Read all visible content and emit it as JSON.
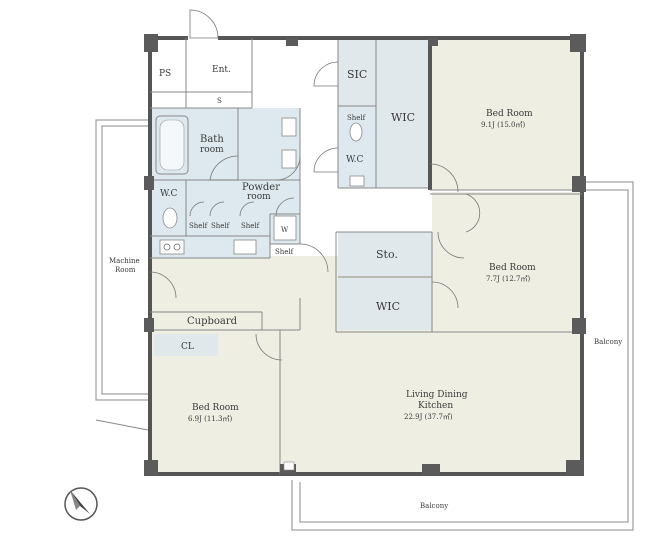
{
  "labels": {
    "ps": "PS",
    "entrance": "Ent.",
    "s": "S",
    "sic": "SIC",
    "shelf_wc": "Shelf",
    "wic_top": "WIC",
    "wc_mid": "W.C",
    "bath": "Bath",
    "bath2": "room",
    "powder": "Powder",
    "powder2": "room",
    "wc_left": "W.C",
    "shelf1": "Shelf",
    "shelf2": "Shelf",
    "shelf3": "Shelf",
    "w": "W",
    "shelf_kitchen": "Shelf",
    "machine": "Machine",
    "machine2": "Room",
    "cupboard": "Cupboard",
    "cl": "CL",
    "sto": "Sto.",
    "wic_mid": "WIC",
    "balcony_right": "Balcony",
    "balcony_bottom": "Balcony"
  },
  "rooms": {
    "bed1": {
      "name": "Bed Room",
      "size": "9.1J (15.0㎡)"
    },
    "bed2": {
      "name": "Bed Room",
      "size": "7.7J (12.7㎡)"
    },
    "bed3": {
      "name": "Bed Room",
      "size": "6.9J (11.3㎡)"
    },
    "ldk": {
      "name": "Living Dining",
      "name2": "Kitchen",
      "size": "22.9J (37.7㎡)"
    }
  },
  "colors": {
    "bedroom_fill": "#eeeee3",
    "wet_fill": "#dde9ee",
    "storage_fill": "#e1e8ec",
    "wall": "#555555"
  }
}
